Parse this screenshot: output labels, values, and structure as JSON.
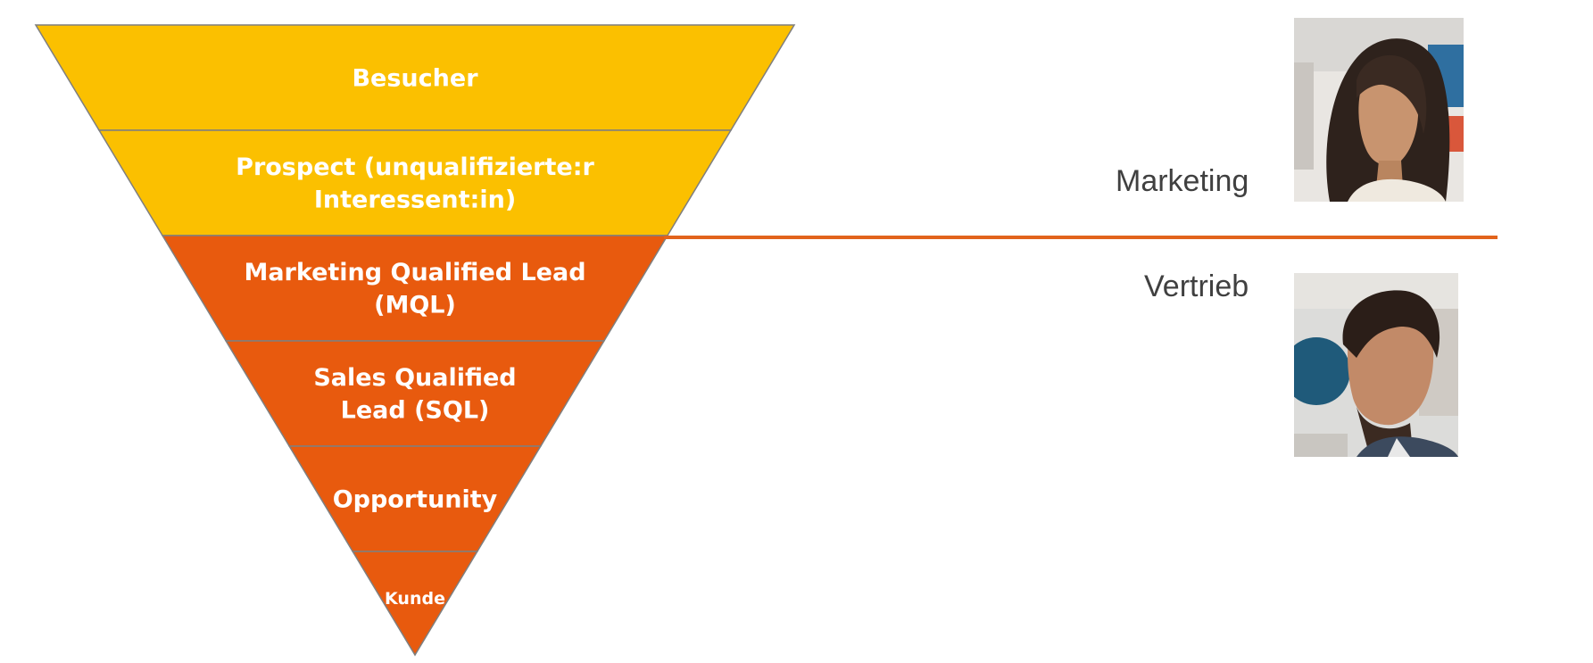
{
  "colors": {
    "marketing_stage": "#FBC000",
    "sales_stage": "#E85A0E",
    "divider": "#E2631C",
    "stage_border": "#7F7F7F",
    "team_text": "#404040"
  },
  "funnel": {
    "stages": [
      {
        "lines": [
          "Besucher"
        ],
        "team": "marketing"
      },
      {
        "lines": [
          "Prospect (unqualifizierte:r",
          "Interessent:in)"
        ],
        "team": "marketing"
      },
      {
        "lines": [
          "Marketing Qualified Lead",
          "(MQL)"
        ],
        "team": "sales"
      },
      {
        "lines": [
          "Sales Qualified",
          "Lead (SQL)"
        ],
        "team": "sales"
      },
      {
        "lines": [
          "Opportunity"
        ],
        "team": "sales"
      },
      {
        "lines": [
          "Kunde"
        ],
        "team": "sales"
      }
    ]
  },
  "teams": {
    "marketing": {
      "label": "Marketing",
      "icon": "woman-portrait"
    },
    "sales": {
      "label": "Vertrieb",
      "icon": "man-portrait"
    }
  }
}
